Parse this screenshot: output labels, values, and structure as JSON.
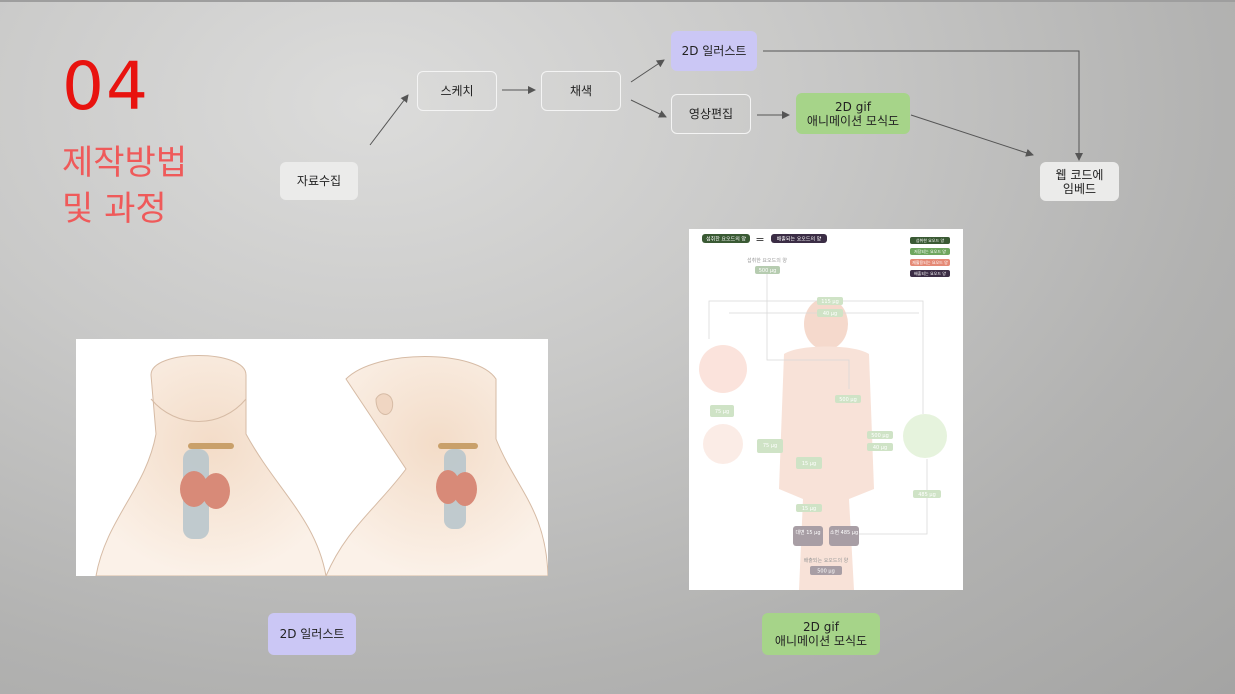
{
  "slide": {
    "number": "04",
    "title_line1": "제작방법",
    "title_line2": "및 과정"
  },
  "flow": {
    "collect": "자료수집",
    "sketch": "스케치",
    "color": "채색",
    "illust": "2D 일러스트",
    "edit": "영상편집",
    "gif": "2D gif\n애니메이션 모식도",
    "embed": "웹 코드에\n임베드"
  },
  "captions": {
    "left": "2D 일러스트",
    "right": "2D gif\n애니메이션 모식도"
  },
  "infographic": {
    "header_left": "섭취한 요오드의 양",
    "equals": "=",
    "header_right": "배출되는 요오드의 양",
    "legend": [
      "섭취한 요오드 양",
      "저장되는 요오드 양",
      "재활용되는 요오드 양",
      "배출되는 요오드 양"
    ],
    "intake_label": "섭취한 요오드의 양",
    "intake_value": "500 μg",
    "values": [
      "115 μg",
      "40 μg",
      "500 μg",
      "75 μg",
      "75 μg",
      "15 μg",
      "500 μg",
      "40 μg",
      "15 μg",
      "485 μg"
    ],
    "feces": "대변\n15 μg",
    "urine": "소변\n485 μg",
    "excreted_label": "배출되는 요오드의 양",
    "excreted_value": "500 μg"
  },
  "colors": {
    "number": "#e8130f",
    "title": "#ef5a5a",
    "purple": "#cbc7f5",
    "green": "#a6d489",
    "box": "#ebebea"
  }
}
